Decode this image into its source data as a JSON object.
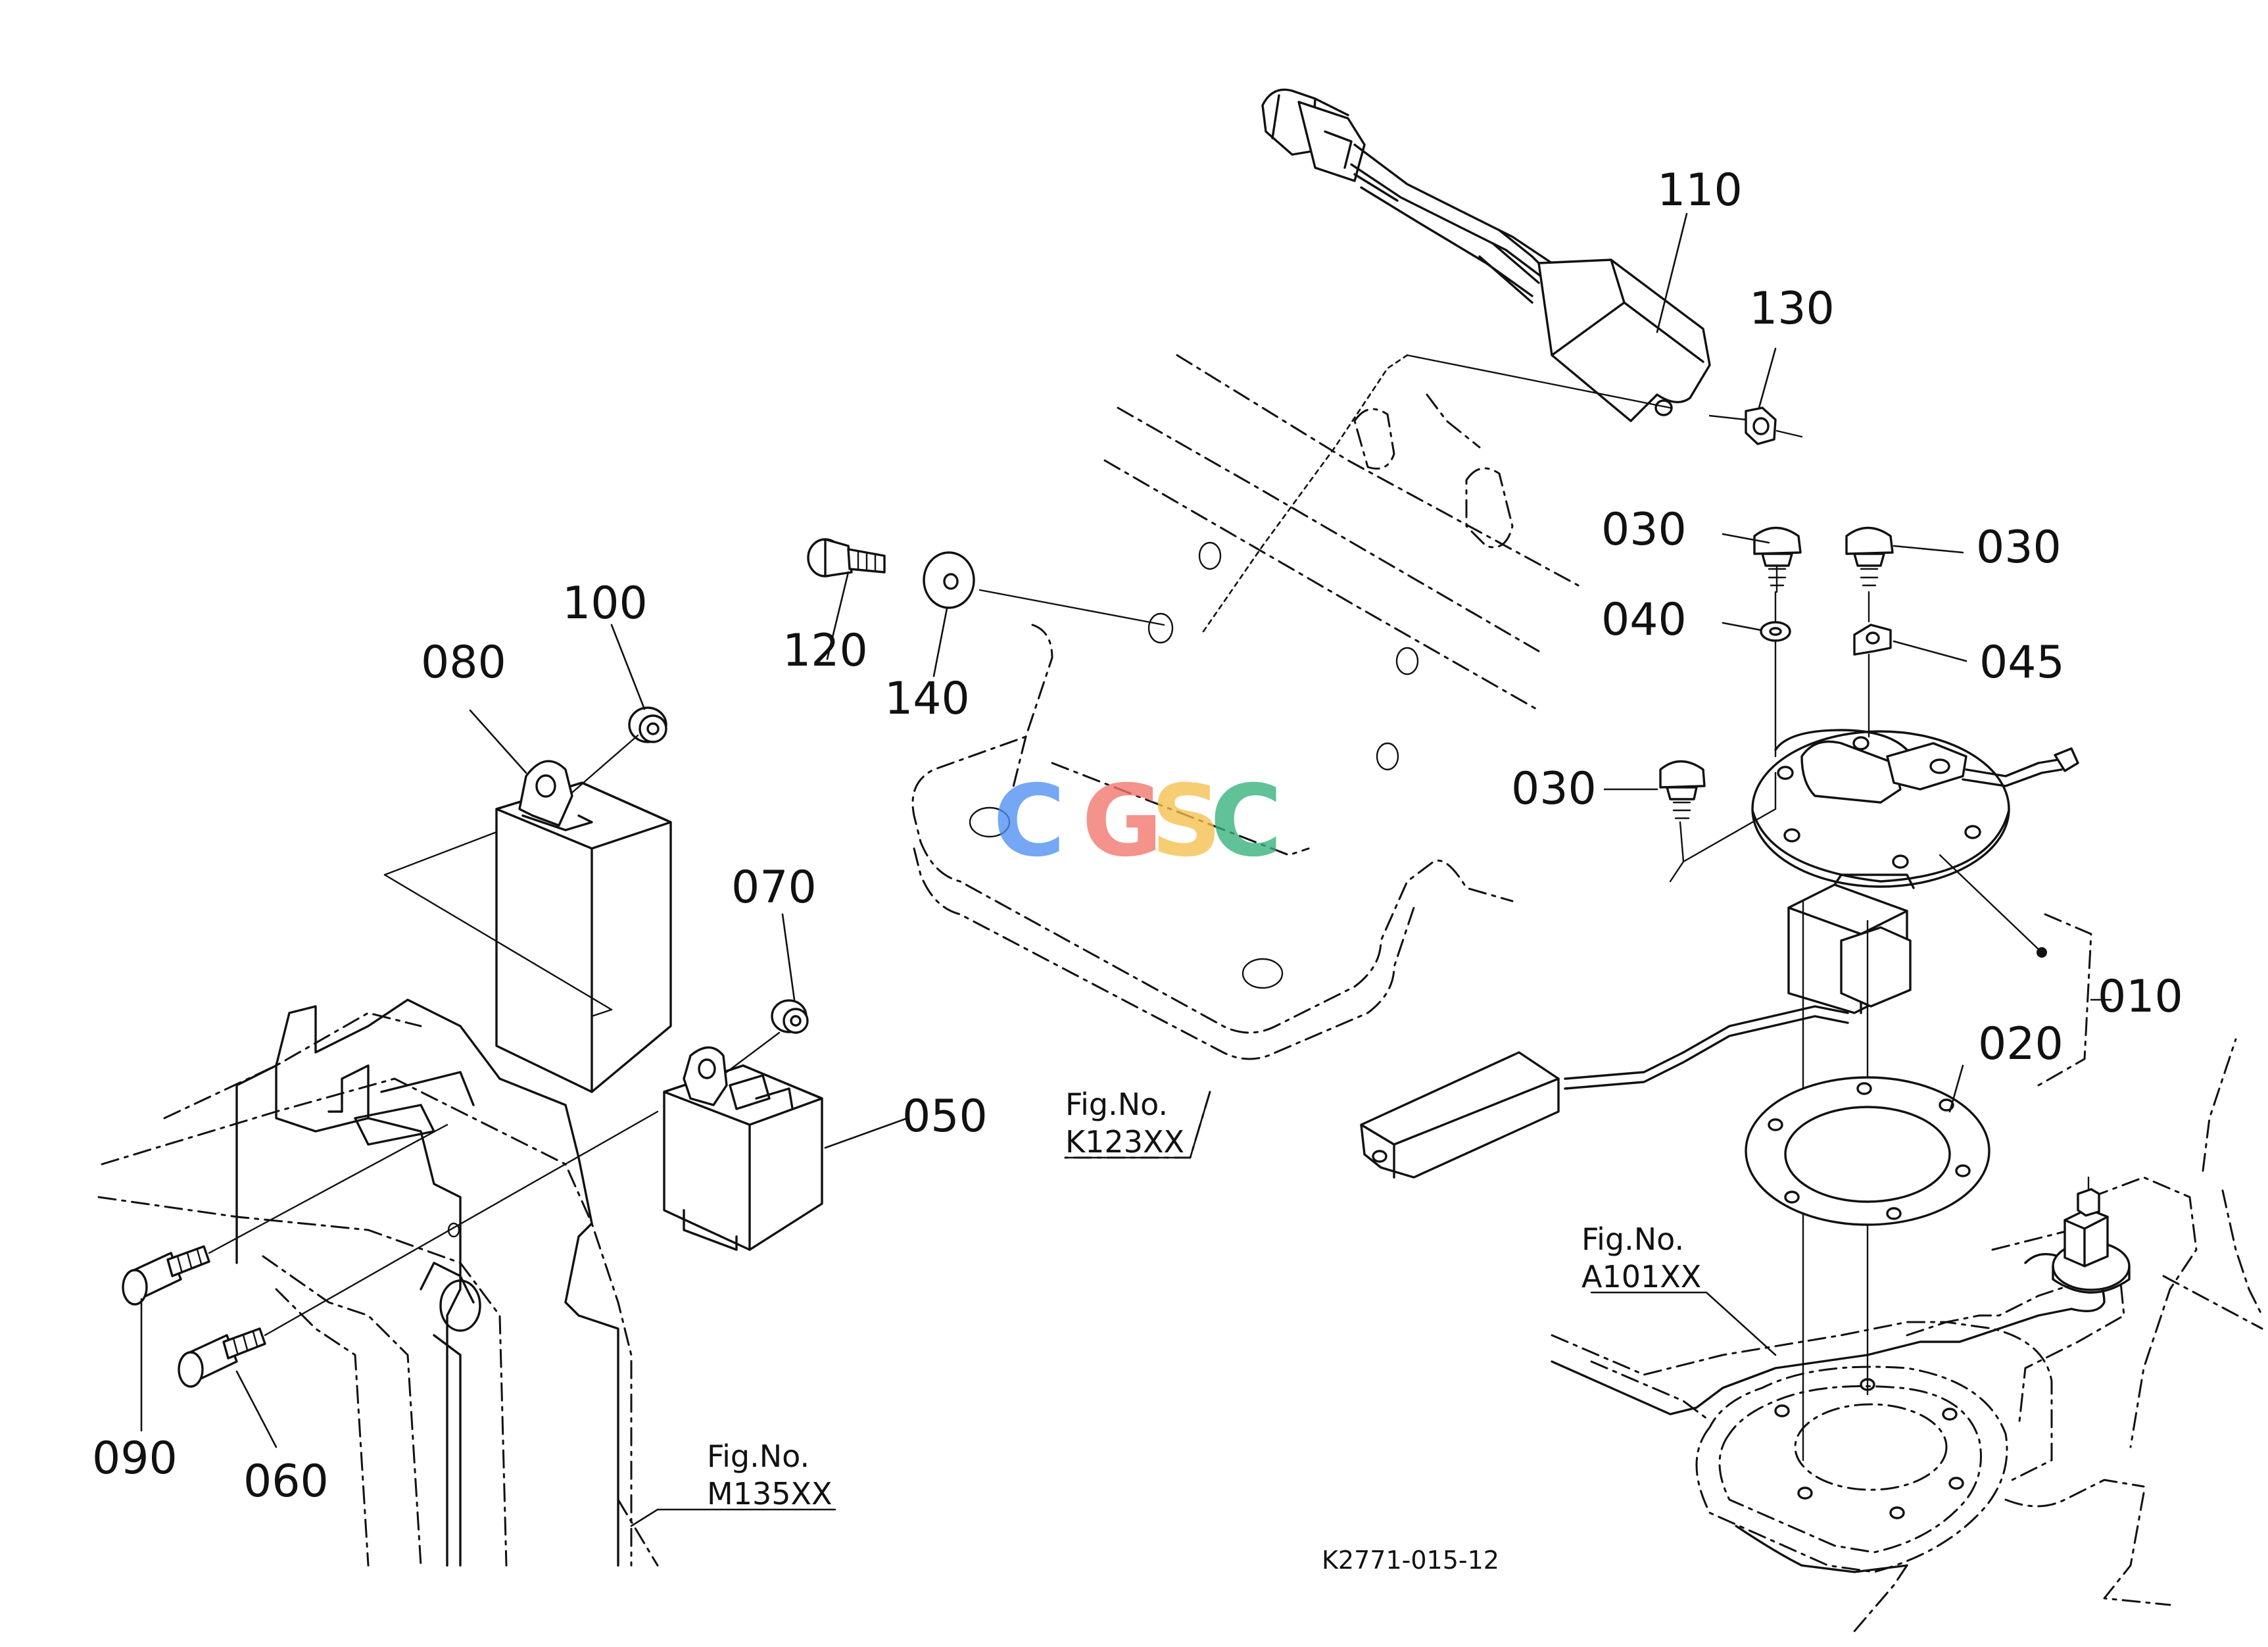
{
  "watermark": {
    "letters": [
      {
        "char": "C",
        "color": "#4f8ff3"
      },
      {
        "char": "G",
        "color": "#f0766b"
      },
      {
        "char": "S",
        "color": "#f6c04e"
      },
      {
        "char": "C",
        "color": "#36b07b"
      }
    ]
  },
  "callouts": {
    "p010": "010",
    "p020": "020",
    "p030a": "030",
    "p030b": "030",
    "p030c": "030",
    "p040": "040",
    "p045": "045",
    "p050": "050",
    "p060": "060",
    "p070": "070",
    "p080": "080",
    "p090": "090",
    "p100": "100",
    "p110": "110",
    "p120": "120",
    "p130": "130",
    "p140": "140"
  },
  "figure_refs": {
    "k123": {
      "label": "Fig.No.",
      "number": "K123XX"
    },
    "m135": {
      "label": "Fig.No.",
      "number": "M135XX"
    },
    "a101": {
      "label": "Fig.No.",
      "number": "A101XX"
    }
  },
  "document_id": "K2771-015-12"
}
